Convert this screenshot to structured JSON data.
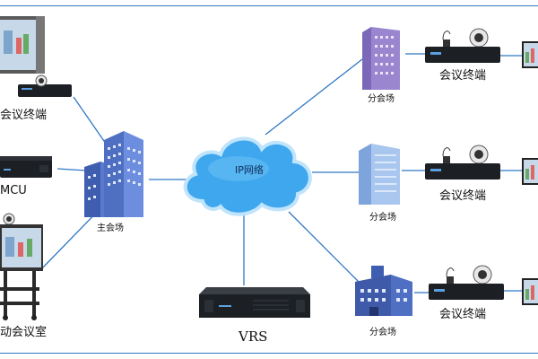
{
  "network": {
    "cloud_label": "IP网络",
    "hub_label": "主会场",
    "mcu_label": "MCU",
    "vrs_label": "VRS",
    "left_terminal_label": "会议终端",
    "left_room_label": "动会议室",
    "branches": [
      {
        "site_label": "分会场",
        "terminal_label": "会议终端"
      },
      {
        "site_label": "分会场",
        "terminal_label": "会议终端"
      },
      {
        "site_label": "分会场",
        "terminal_label": "会议终端"
      }
    ]
  },
  "colors": {
    "link": "#2f78c4",
    "cloud": "#3ea7ee",
    "cloud_edge": "#bfe4fb",
    "building_blue": "#4f6fc2",
    "building_purple": "#9a86cf",
    "building_light": "#7ea4dc",
    "device": "#1c1f24",
    "frame": "#2f78c4"
  }
}
